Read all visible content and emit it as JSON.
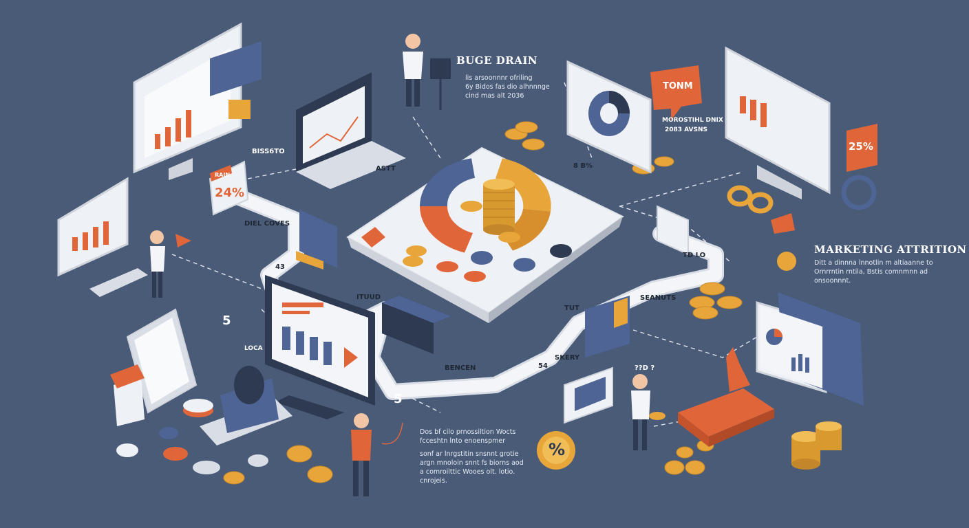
{
  "colors": {
    "background": "#4a5b78",
    "orange": "#e0663a",
    "gold": "#e7a53a",
    "navy": "#2e3a52",
    "blue": "#4d6494",
    "light": "#eef1f5"
  },
  "blocks": {
    "buge_drain": {
      "title": "BUGE DRAIN",
      "lines": [
        "lis arsoonnnr ofriling",
        "6y Bidos fas dio alhnnnge",
        "cind mas alt 2036"
      ]
    },
    "marketing_attrition": {
      "title": "MARKETING ATTRITION",
      "lines": [
        "Ditt a dinnna lnnotlin m altiaanne to",
        "Ornrrntin rntila, Bstis comnmnn ad",
        "onsoonnnt."
      ]
    },
    "bottom_text": {
      "lines": [
        "Dos bf cilo prnossiltion Wocts",
        "fcceshtn lnto enoenspmer",
        "sonf ar lnrgstitin snsnnt grotie",
        "argn mnoloin snnt fs biorns aod",
        "a comroilttic Wooes olt. lotio.",
        "cnrojeis."
      ]
    }
  },
  "labels": {
    "fl_24": "24%",
    "fl_25": "25%",
    "fl_rain": "RAIN",
    "fl_bissto": "BISS6TO",
    "fl_dielcoves": "DIEL COVES",
    "fl_astt": "ASTT",
    "fl_43": "43",
    "fl_8": "8 B%",
    "fl_tonm": "TONM",
    "fl_mor": "MOROSTIHL DNIX",
    "fl_mor_sub": "2083 AVSNS",
    "fl_tdlo": "TD LO",
    "fl_ituud": "ITUUD",
    "fl_tut": "TUT",
    "fl_seanuts": "SEANUTS",
    "fl_bencen": "BENCEN",
    "fl_54": "54",
    "fl_skery": "SKERY",
    "fl_5": "5",
    "fl_5b": "5",
    "fl_loca": "LOCA",
    "fl_pct": "%",
    "fl_dots": "??D ?"
  }
}
